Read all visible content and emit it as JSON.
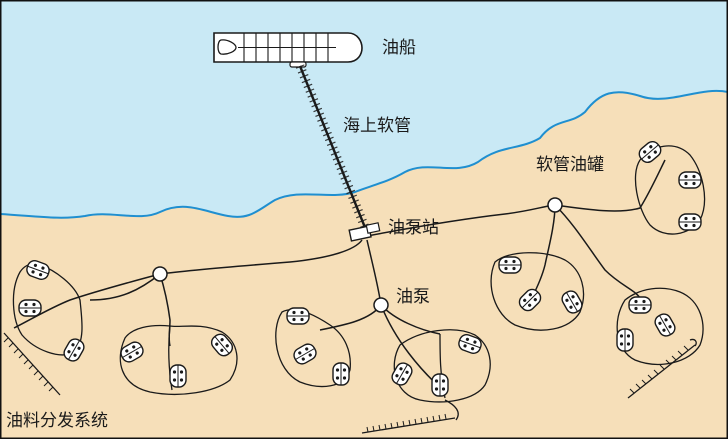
{
  "labels": {
    "tanker": "油船",
    "sea_hose": "海上软管",
    "hose_tank": "软管油罐",
    "pump_station": "油泵站",
    "pump": "油泵",
    "distribution_system": "油料分发系统"
  },
  "colors": {
    "sea": "#c9e9f5",
    "shore": "#f6dfb9",
    "shoreline": "#1f8fd0",
    "line": "#1a1a1a",
    "frame": "#111111"
  }
}
